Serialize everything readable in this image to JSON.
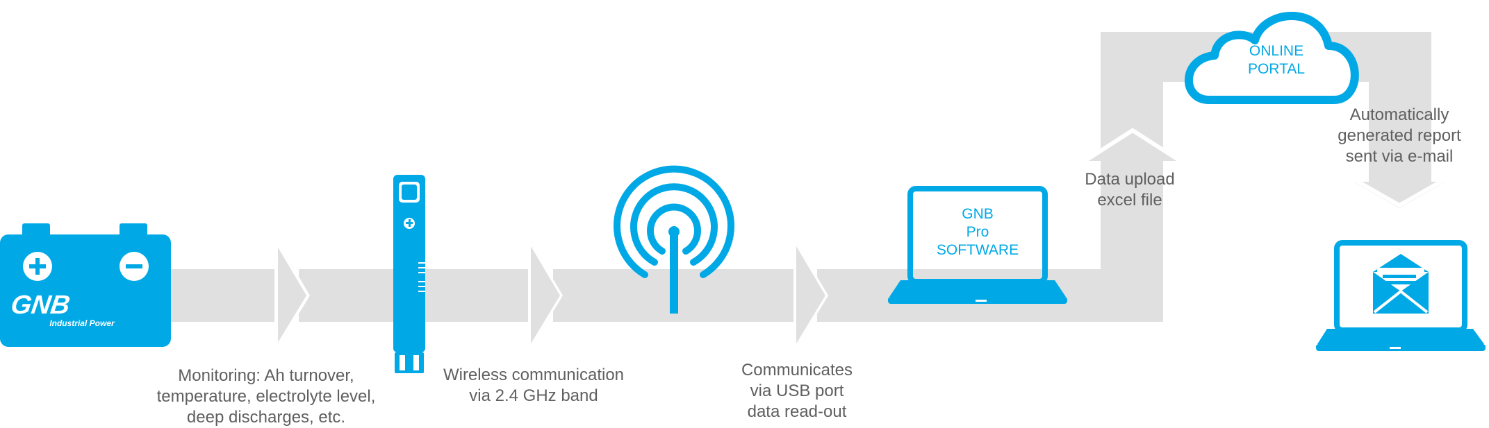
{
  "colors": {
    "accent": "#00a9e6",
    "flow": "#e0e0e0",
    "caption": "#5f5f5f"
  },
  "battery": {
    "logo": "GNB",
    "logo_sub": "Industrial Power",
    "icon": "battery-icon"
  },
  "captions": {
    "monitoring": [
      "Monitoring: Ah turnover,",
      "temperature, electrolyte level,",
      "deep discharges, etc."
    ],
    "wireless": [
      "Wireless communication",
      "via 2.4 GHz band"
    ],
    "usb": [
      "Communicates",
      "via USB port",
      "data read-out"
    ],
    "upload": [
      "Data upload",
      "excel file"
    ],
    "email": [
      "Automatically",
      "generated report",
      "sent via e-mail"
    ]
  },
  "laptop_screen": [
    "GNB",
    "Pro",
    "SOFTWARE"
  ],
  "cloud": [
    "ONLINE",
    "PORTAL"
  ]
}
